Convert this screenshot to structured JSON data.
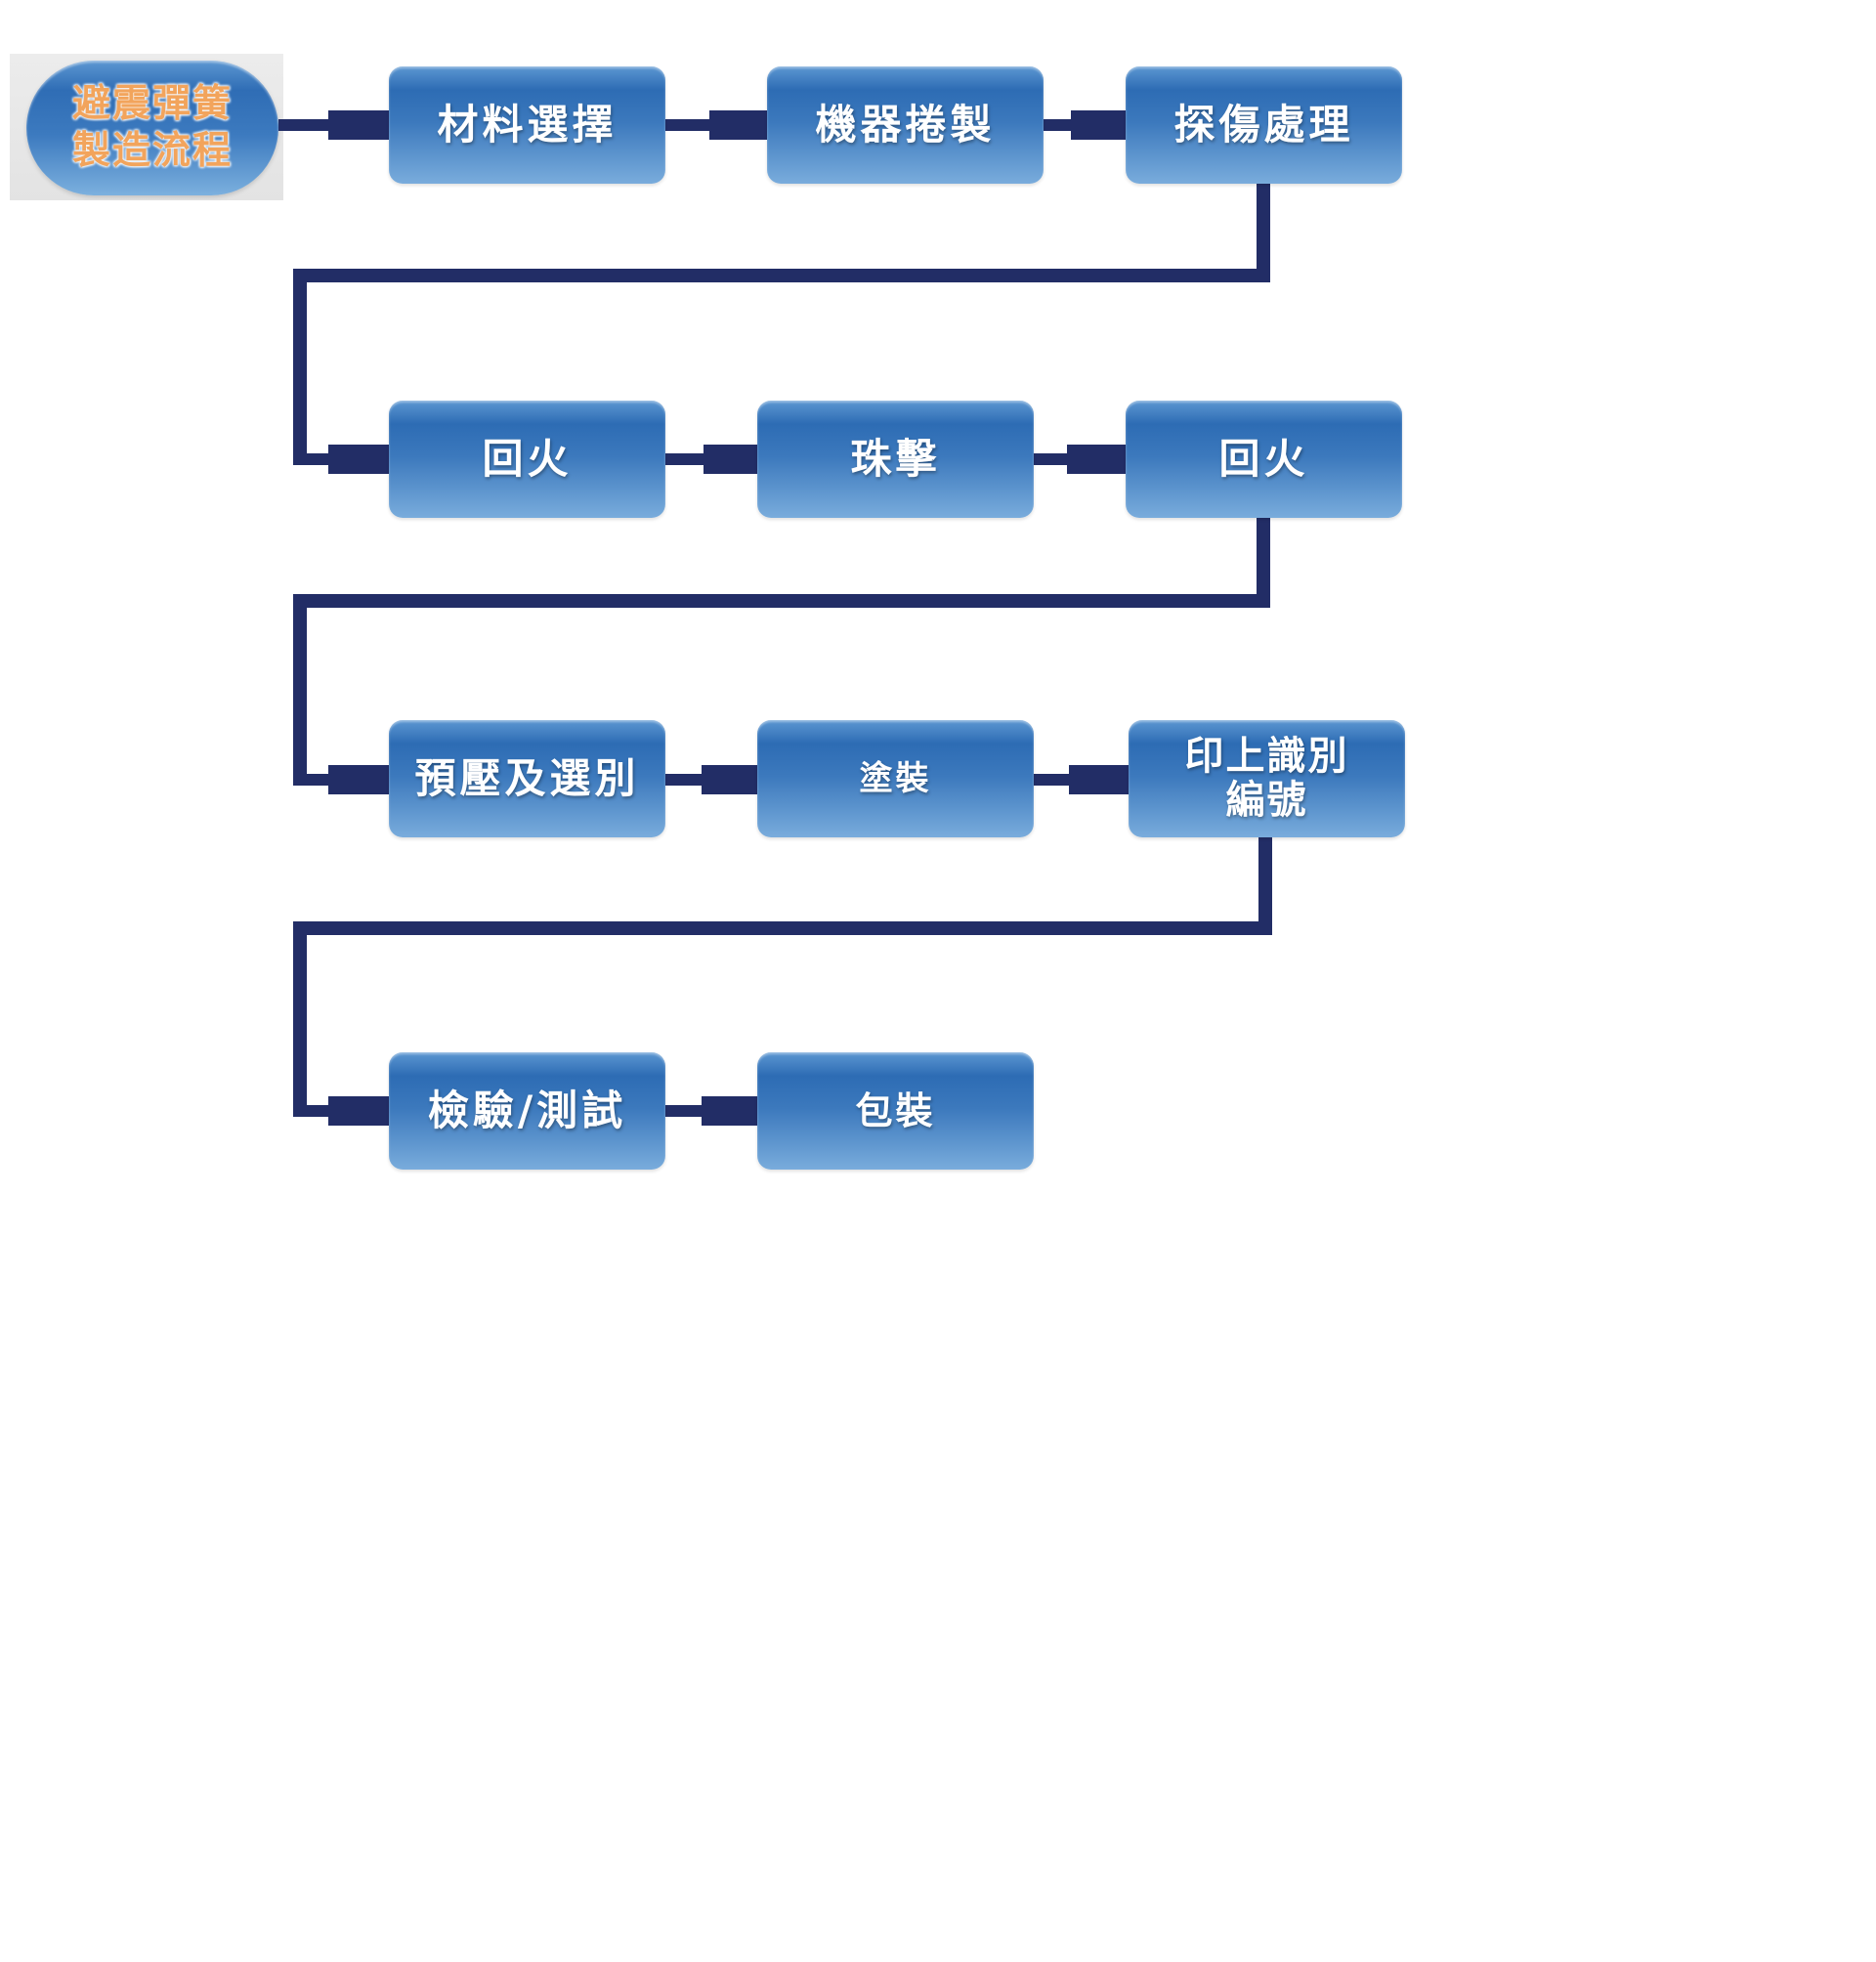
{
  "title": {
    "text": "避震彈簧\n製造流程"
  },
  "flowchart": {
    "type": "process-flow",
    "nodes": [
      {
        "label": "材料選擇"
      },
      {
        "label": "機器捲製"
      },
      {
        "label": "探傷處理"
      },
      {
        "label": "回火"
      },
      {
        "label": "珠擊"
      },
      {
        "label": "回火"
      },
      {
        "label": "預壓及選別"
      },
      {
        "label": "塗裝"
      },
      {
        "label": "印上識別\n編號"
      },
      {
        "label": "檢驗/測試"
      },
      {
        "label": "包裝"
      }
    ],
    "edges": [
      "title→材料選擇",
      "材料選擇→機器捲製",
      "機器捲製→探傷處理",
      "探傷處理→回火",
      "回火→珠擊",
      "珠擊→回火",
      "回火→預壓及選別",
      "預壓及選別→塗裝",
      "塗裝→印上識別編號",
      "印上識別編號→檢驗/測試",
      "檢驗/測試→包裝"
    ]
  },
  "colors": {
    "node_gradient_top": "#2d6cb4",
    "node_gradient_bottom": "#79acdc",
    "connector": "#222d66",
    "title_text": "#f2a45c",
    "title_backplate": "#e8e8e8",
    "node_text": "#ffffff"
  }
}
